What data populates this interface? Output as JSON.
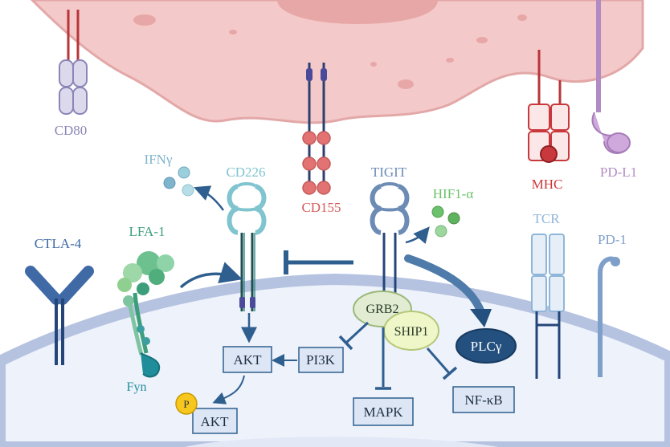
{
  "labels": {
    "cd80": "CD80",
    "ifng": "IFNγ",
    "cd226": "CD226",
    "tigit": "TIGIT",
    "hif1a": "HIF1-α",
    "mhc": "MHC",
    "pdl1": "PD-L1",
    "cd155": "CD155",
    "ctla4": "CTLA-4",
    "lfa1": "LFA-1",
    "tcr": "TCR",
    "pd1": "PD-1",
    "fyn": "Fyn",
    "grb2": "GRB2",
    "ship1": "SHIP1",
    "plcg": "PLCγ",
    "akt": "AKT",
    "pi3k": "PI3K",
    "p": "P",
    "akt_p": "AKT",
    "mapk": "MAPK",
    "nfkb": "NF-κB"
  },
  "colors": {
    "apc_cell": "#f4c9c9",
    "apc_nucleus": "#e8a7a7",
    "t_cell": "#eef2fb",
    "membrane": "#b5c3e0",
    "cd80": "#8a86b8",
    "cd226": "#7fc4cf",
    "tigit": "#6c8bb5",
    "hif1a": "#6cc16c",
    "mhc": "#c9383c",
    "pdl1": "#b38bc4",
    "cd155": "#e06b6b",
    "ctla4": "#3f6aa6",
    "lfa1": "#3d9e7a",
    "tcr": "#8fb6d8",
    "pd1": "#7e9fc9",
    "arrow": "#2f5f8f",
    "plcg": "#24507f"
  }
}
